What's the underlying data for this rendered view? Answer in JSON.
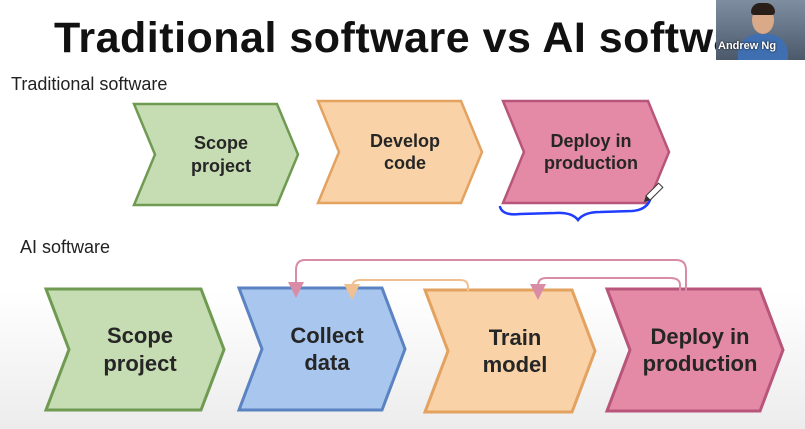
{
  "slide": {
    "title": "Traditional software vs AI softwa",
    "traditional_label": "Traditional software",
    "ai_label": "AI software",
    "traditional_steps": [
      {
        "line1": "Scope",
        "line2": "project"
      },
      {
        "line1": "Develop",
        "line2": "code"
      },
      {
        "line1": "Deploy in",
        "line2": "production"
      }
    ],
    "ai_steps": [
      {
        "line1": "Scope",
        "line2": "project"
      },
      {
        "line1": "Collect",
        "line2": "data"
      },
      {
        "line1": "Train",
        "line2": "model"
      },
      {
        "line1": "Deploy in",
        "line2": "production"
      }
    ]
  },
  "webcam": {
    "presenter_name": "Andrew Ng"
  },
  "colors": {
    "green_fill": "#c6dcb3",
    "green_stroke": "#6f9a52",
    "orange_fill": "#f9d2a8",
    "orange_stroke": "#e3a25f",
    "pink_fill": "#e48aa6",
    "pink_stroke": "#b8557a",
    "blue_fill": "#a9c7ee",
    "blue_stroke": "#5b83c2",
    "annotation_blue": "#1f3cff",
    "arrow_pink": "#d98ca6",
    "arrow_orange": "#f0c090"
  }
}
